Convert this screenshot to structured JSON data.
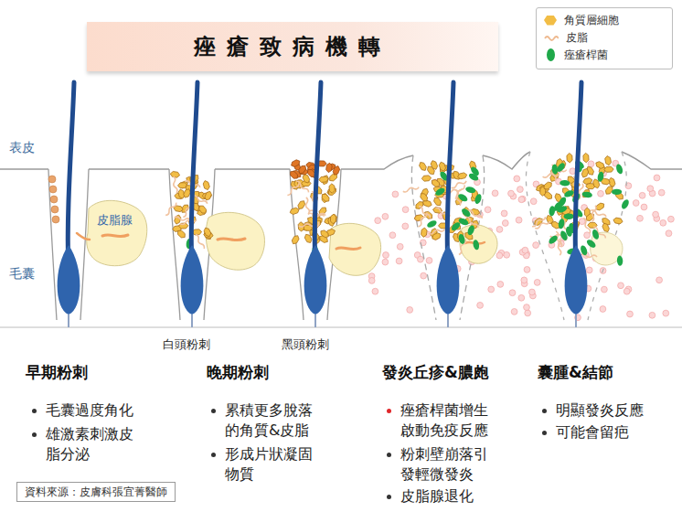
{
  "diagram": {
    "title": "痤瘡致病機轉",
    "nodes": [
      {
        "text": [
          "資料來源：皮膚科張宜菁醫師"
        ]
      }
    ],
    "labels": [
      "表皮",
      "皮脂腺",
      "毛囊",
      "白頭粉刺",
      "黑頭粉刺",
      "早期粉刺",
      "毛囊過度角化",
      "雄激素刺激皮脂分泌",
      "晚期粉刺",
      "累積更多脫落的角質&皮脂",
      "形成片狀凝固物質",
      "發炎丘疹&膿皰",
      "痤瘡桿菌增生啟動免疫反應",
      "粉刺壁崩落引發輕微發炎",
      "皮脂腺退化",
      "囊腫&結節",
      "明顯發炎反應",
      "可能會留疤"
    ],
    "legend": [
      {
        "text": "角質層細胞",
        "color": "#f2bd45"
      },
      {
        "text": "皮脂"
      },
      {
        "text": "痤瘡桿菌",
        "color": "#1fa84a"
      }
    ]
  }
}
